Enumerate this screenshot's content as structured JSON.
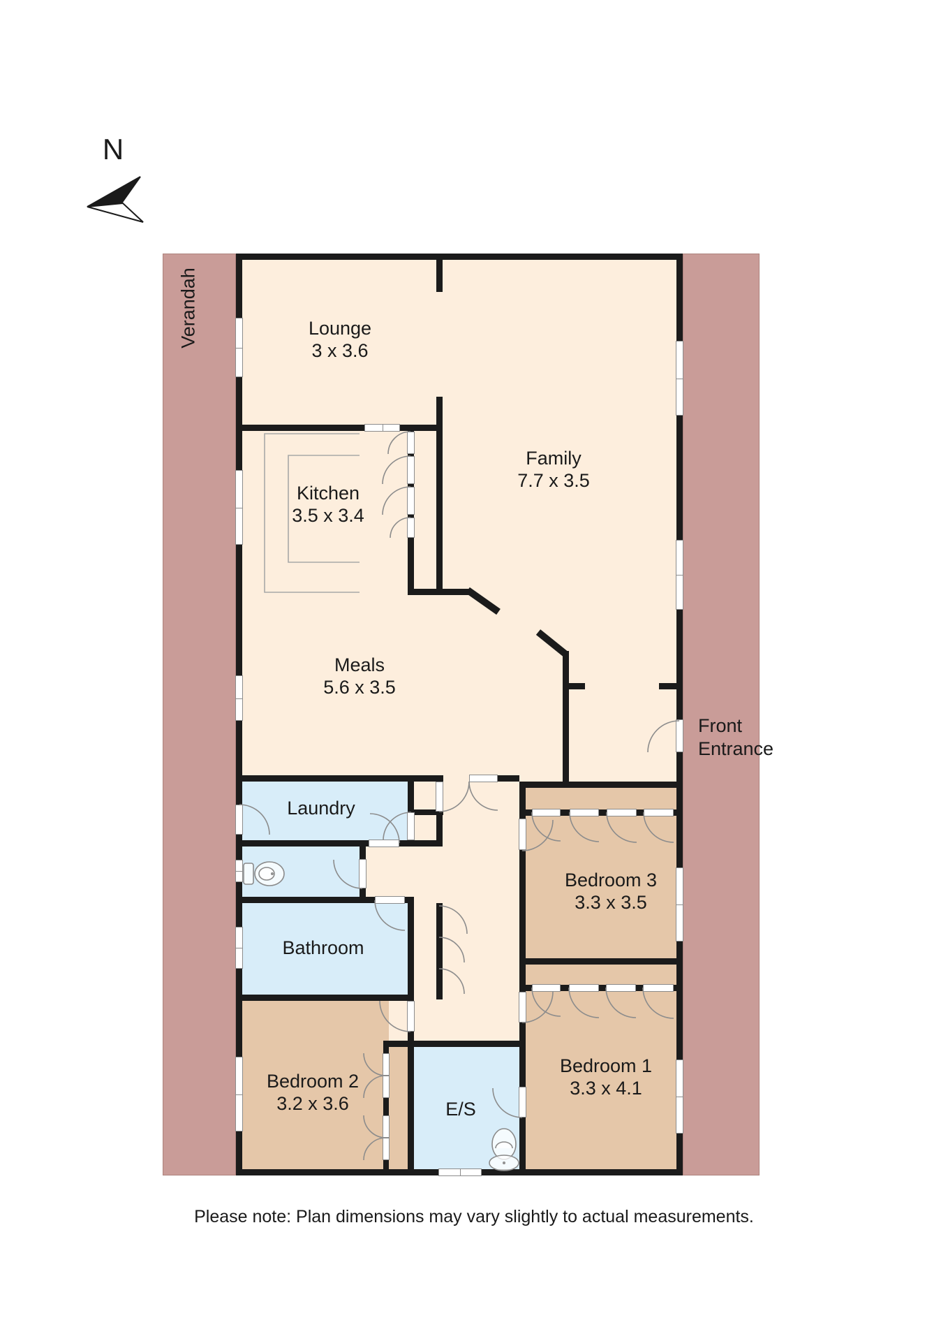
{
  "page": {
    "note": "Please note: Plan dimensions may vary slightly to actual measurements."
  },
  "compass": {
    "label": "N"
  },
  "outdoor": {
    "verandah": "Verandah",
    "front_entrance_line1": "Front",
    "front_entrance_line2": "Entrance"
  },
  "rooms": {
    "lounge": {
      "name": "Lounge",
      "dims": "3 x 3.6"
    },
    "family": {
      "name": "Family",
      "dims": "7.7 x 3.5"
    },
    "kitchen": {
      "name": "Kitchen",
      "dims": "3.5 x 3.4"
    },
    "meals": {
      "name": "Meals",
      "dims": "5.6 x 3.5"
    },
    "laundry": {
      "name": "Laundry"
    },
    "bathroom": {
      "name": "Bathroom"
    },
    "bedroom3": {
      "name": "Bedroom 3",
      "dims": "3.3 x 3.5"
    },
    "bedroom2": {
      "name": "Bedroom 2",
      "dims": "3.2 x 3.6"
    },
    "bedroom1": {
      "name": "Bedroom 1",
      "dims": "3.3 x 4.1"
    },
    "ensuite": {
      "name": "E/S"
    }
  },
  "colors": {
    "verandah": "#c99c98",
    "floor": "#fdeedd",
    "bedroom": "#e5c7a9",
    "wet": "#d8edf9",
    "wall": "#1b1b1b",
    "window_fill": "#ffffff",
    "window_border": "#8c8c8c",
    "arc": "#8c8c8c",
    "fixture": "#8a8a8a",
    "counter": "#a8a8a8",
    "text": "#1a1a1a"
  }
}
